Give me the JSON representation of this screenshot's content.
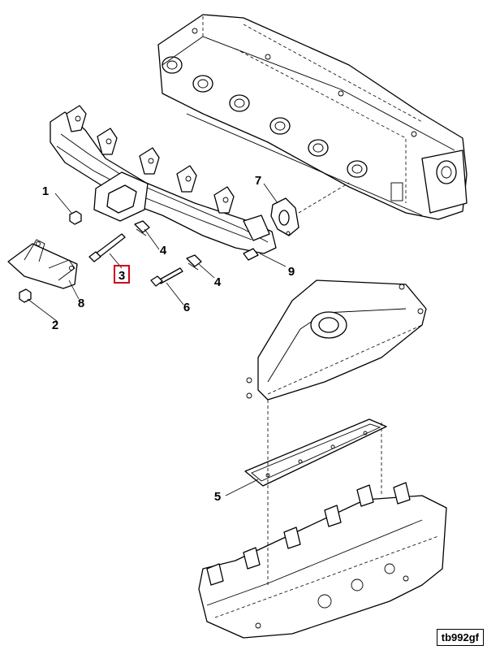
{
  "callouts": {
    "c1": "1",
    "c2": "2",
    "c3": "3",
    "c4a": "4",
    "c4b": "4",
    "c5": "5",
    "c6": "6",
    "c7": "7",
    "c8": "8",
    "c9": "9"
  },
  "highlight_color": "#d0021b",
  "figure_id": "tb992gf"
}
